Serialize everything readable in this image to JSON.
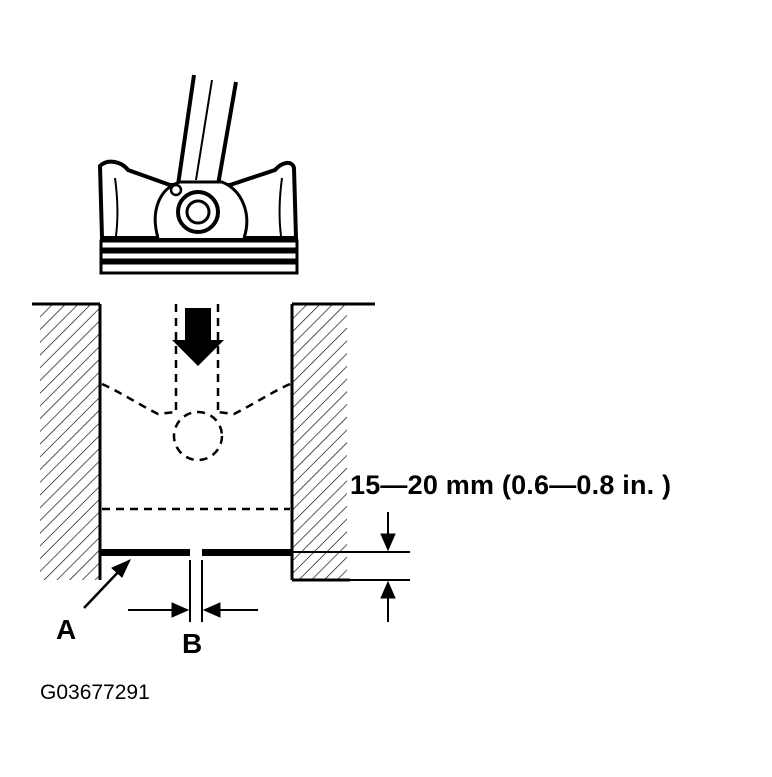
{
  "figure": {
    "measurement": "15—20 mm (0.6—0.8 in. )",
    "label_a": "A",
    "label_b": "B",
    "figure_id": "G03677291"
  },
  "colors": {
    "line": "#000000",
    "background": "#ffffff"
  },
  "icons": [
    "down-arrow-icon"
  ]
}
